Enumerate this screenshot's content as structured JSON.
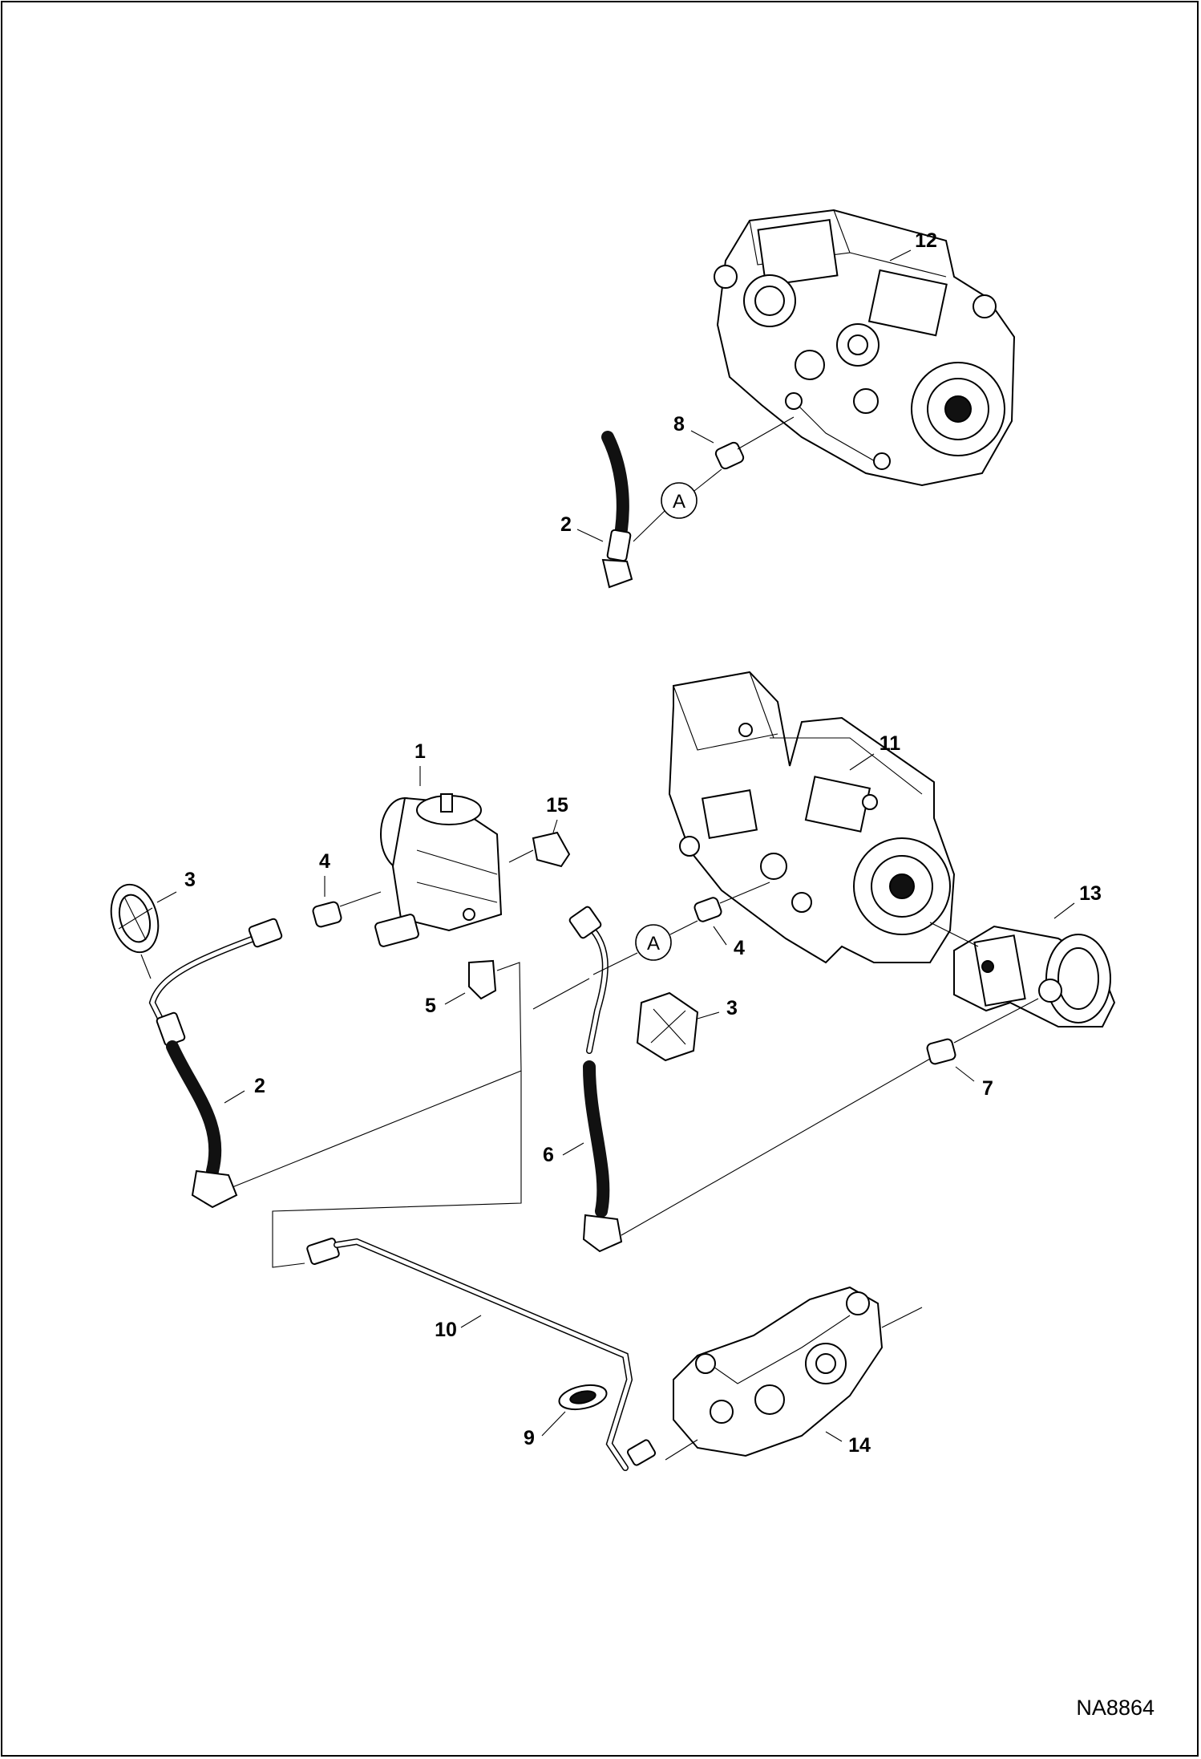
{
  "figure_id": "NA8864",
  "reference_letter": "A",
  "callouts": [
    {
      "key": "c1",
      "label": "1"
    },
    {
      "key": "c2a",
      "label": "2"
    },
    {
      "key": "c2b",
      "label": "2"
    },
    {
      "key": "c3a",
      "label": "3"
    },
    {
      "key": "c3b",
      "label": "3"
    },
    {
      "key": "c4a",
      "label": "4"
    },
    {
      "key": "c4b",
      "label": "4"
    },
    {
      "key": "c5",
      "label": "5"
    },
    {
      "key": "c6",
      "label": "6"
    },
    {
      "key": "c7",
      "label": "7"
    },
    {
      "key": "c8",
      "label": "8"
    },
    {
      "key": "c9",
      "label": "9"
    },
    {
      "key": "c10",
      "label": "10"
    },
    {
      "key": "c11",
      "label": "11"
    },
    {
      "key": "c12",
      "label": "12"
    },
    {
      "key": "c13",
      "label": "13"
    },
    {
      "key": "c14",
      "label": "14"
    },
    {
      "key": "c15",
      "label": "15"
    }
  ]
}
